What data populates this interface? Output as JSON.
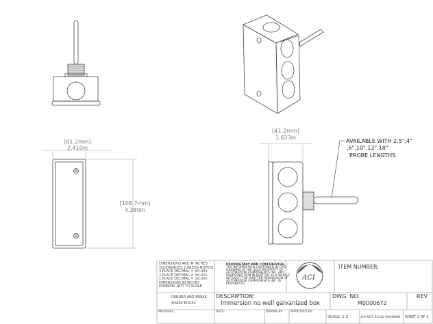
{
  "dimensions": {
    "front_width_mm": "[61.2mm]",
    "front_width_in": "2.410in",
    "front_height_mm": "[108.7mm]",
    "front_height_in": "4.280in",
    "side_width_mm": "[41.2mm]",
    "side_width_in": "1.623in"
  },
  "note": {
    "line1": "AVAILABLE WITH 2.5\",4\"",
    "line2": ",6\",10\",12\",18\"",
    "line3": "PROBE LENGTHS"
  },
  "title_block": {
    "tolerances": [
      "DIMENSIONS ARE IN INCHES",
      "TOLERANCES: (UNLESS NOTED)",
      "3 PLACE DECIMAL = ±0.005",
      "2 PLACE DECIMAL = ±0.015",
      "1 PLACE DECIMAL = ±0.050",
      "DIMENSIONS IN INCHES",
      "DRAWING NOT TO SCALE"
    ],
    "proprietary_title": "PROPRIETARY AND CONFIDENTIAL",
    "proprietary_text": [
      "THE INFORMATION CONTAINED IN THIS",
      "DRAWING IS THE SOLE PROPERTY OF",
      "AUTOMATION COMPONENTS INC. ANY",
      "REPRODUCTION IN PART OR AS A WHOLE",
      "WITHOUT THE WRITTEN PERMISSION OF",
      "AUTOMATION COMPONENTS INC. IS",
      "PROHIBITED."
    ],
    "logo_text": "ACI",
    "item_number_label": "ITEM NUMBER:",
    "deburr": [
      "DEBURR AND BREAK",
      "SHARP EDGES"
    ],
    "description_label": "DESCRIPTION:",
    "description": "Immersion no well galvanized box",
    "dwg_no_label": "DWG.  NO.",
    "dwg_no": "M0000672",
    "rev_label": "REV",
    "material_label": "MATERIAL:",
    "date_label": "DATE:",
    "drawn_by_label": "DRAWN BY:",
    "approved_by_label": "APPROVED BY:",
    "scale": "SCALE: 1:2",
    "do_not_scale": "DO NOT SCALE DRAWING",
    "sheet": "SHEET 1 OF 1"
  }
}
